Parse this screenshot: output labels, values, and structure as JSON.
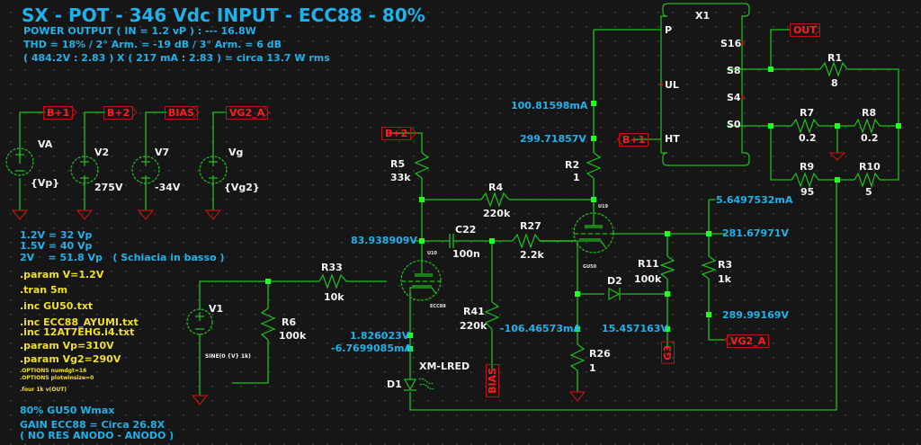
{
  "header": {
    "title": "SX - POT - 346 Vdc INPUT - ECC88 - 80%",
    "lines": [
      "POWER OUTPUT ( IN = 1.2 vP )  : --- 16.8W",
      "THD = 18% / 2° Arm. = -19 dB / 3° Arm. = 6 dB",
      "( 484.2V : 2.83 ) X ( 217 mA : 2.83 ) = circa 13.7 W rms"
    ]
  },
  "notes": {
    "calib": [
      "1.2V = 32 Vp",
      "1.5V = 40 Vp",
      "2V    = 51.8 Vp   ( Schiacia in basso )"
    ],
    "directives": [
      ".param V=1.2V",
      ".tran 5m",
      ".inc GU50.txt",
      ".inc ECC88_AYUMI.txt",
      ".inc 12AT7EHG.i4.txt",
      ".param Vp=310V",
      ".param Vg2=290V"
    ],
    "options": [
      ".OPTIONS numdgt=16",
      ".OPTIONS plotwinsize=0",
      ".four 1k v(OUT)"
    ],
    "footer": [
      "80% GU50 Wmax",
      "GAIN ECC88 = Circa 26.8X",
      "( NO RES ANODO - ANODO )"
    ]
  },
  "flags": {
    "bp1": "B+1",
    "bp2": "B+2",
    "bias": "BIAS",
    "vg2a": "VG2_A",
    "out": "OUT",
    "g3": "G3"
  },
  "sources": [
    {
      "name": "VA",
      "value": "{Vp}"
    },
    {
      "name": "V2",
      "value": "275V"
    },
    {
      "name": "V7",
      "value": "-34V"
    },
    {
      "name": "Vg",
      "value": "{Vg2}"
    },
    {
      "name": "V1",
      "value": "SINE(0 {V} 1k)"
    }
  ],
  "components": {
    "R33": {
      "name": "R33",
      "value": "10k"
    },
    "R6": {
      "name": "R6",
      "value": "100k"
    },
    "R5": {
      "name": "R5",
      "value": "33k"
    },
    "R4": {
      "name": "R4",
      "value": "220k"
    },
    "C22": {
      "name": "C22",
      "value": "100n"
    },
    "R27": {
      "name": "R27",
      "value": "2.2k"
    },
    "R41": {
      "name": "R41",
      "value": "220k"
    },
    "R2": {
      "name": "R2",
      "value": "1"
    },
    "R11": {
      "name": "R11",
      "value": "100k"
    },
    "D2": {
      "name": "D2"
    },
    "R3": {
      "name": "R3",
      "value": "1k"
    },
    "R26": {
      "name": "R26",
      "value": "1"
    },
    "D1": {
      "name": "D1",
      "value": "XM-LRED"
    },
    "R1": {
      "name": "R1",
      "value": "8"
    },
    "R7": {
      "name": "R7",
      "value": "0.2"
    },
    "R8": {
      "name": "R8",
      "value": "0.2"
    },
    "R9": {
      "name": "R9",
      "value": "95"
    },
    "R10": {
      "name": "R10",
      "value": "5"
    },
    "U10": "U10",
    "U19": "U19",
    "ECC88": "ECC88",
    "GU50": "GU50"
  },
  "transformer": {
    "name": "X1",
    "pins_left": [
      "P",
      "UL",
      "HT"
    ],
    "pins_right": [
      "S16",
      "S8",
      "S4",
      "S0"
    ]
  },
  "measurements": {
    "i_plate": "100.81598mA",
    "v_plate": "299.71857V",
    "v_grid_driver": "83.938909V",
    "v_cathode_driver": "1.826023V",
    "i_cathode_driver": "-6.7699085mA",
    "i_cathode_out": "-106.46573mA",
    "v_g3": "15.457163V",
    "i_g2": "5.6497532mA",
    "v_g2": "281.67971V",
    "v_g2_supply": "289.99169V"
  },
  "colors": {
    "wire": "#1fc01f",
    "node": "#22ff22",
    "flag": "#ff1e1e",
    "measure": "#1fb2ea",
    "directive": "#f0e020"
  }
}
